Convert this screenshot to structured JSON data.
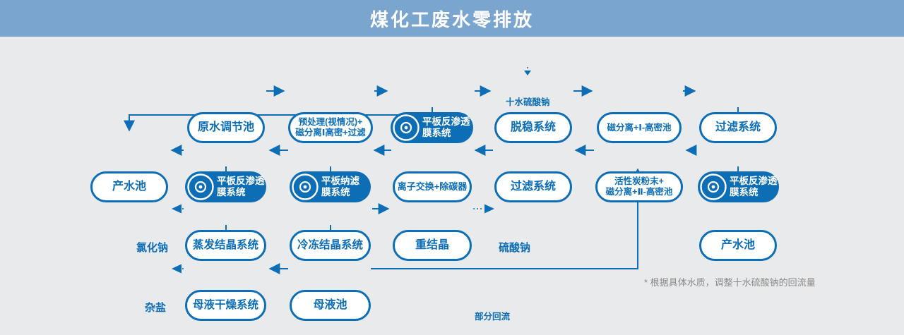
{
  "header": {
    "title": "煤化工废水零排放"
  },
  "colors": {
    "primary_blue": "#0d6eb6",
    "header_bg": "#7aa5cf",
    "page_bg": "#e9eaeb",
    "note_gray": "#8a8a8a"
  },
  "nodes": {
    "raw_pool": {
      "label": "原水调节池"
    },
    "pretreat": {
      "label": "预处理(视情况)+\n磁分离Ⅰ高密+过滤"
    },
    "fro1": {
      "label": "平板反渗透\n膜系统"
    },
    "destab": {
      "label": "脱稳系统"
    },
    "magsep1": {
      "label": "磁分离+Ⅰ-高密池"
    },
    "filter1": {
      "label": "过滤系统"
    },
    "prod_pool_left": {
      "label": "产水池"
    },
    "fro2": {
      "label": "平板反渗透\n膜系统"
    },
    "nf": {
      "label": "平板纳滤\n膜系统"
    },
    "ion_exchange": {
      "label": "离子交换+除碳器"
    },
    "filter2": {
      "label": "过滤系统"
    },
    "carbon": {
      "label": "活性炭粉末+\n磁分离+Ⅱ-高密池"
    },
    "fro3": {
      "label": "平板反渗透\n膜系统"
    },
    "evap": {
      "label": "蒸发结晶系统"
    },
    "freeze": {
      "label": "冷冻结晶系统"
    },
    "recryst": {
      "label": "重结晶"
    },
    "prod_pool_right": {
      "label": "产水池"
    },
    "dry": {
      "label": "母液干燥系统"
    },
    "mother": {
      "label": "母液池"
    }
  },
  "labels": {
    "sodium_sulfate_decahydrate": "十水硫酸钠",
    "sodium_chloride": "氯化钠",
    "sodium_sulfate": "硫酸钠",
    "mixed_salt": "杂盐",
    "partial_reflux": "部分回流",
    "note": "* 根据具体水质，调整十水硫酸钠的回流量"
  },
  "icons": {
    "membrane": "membrane-disc-icon"
  }
}
